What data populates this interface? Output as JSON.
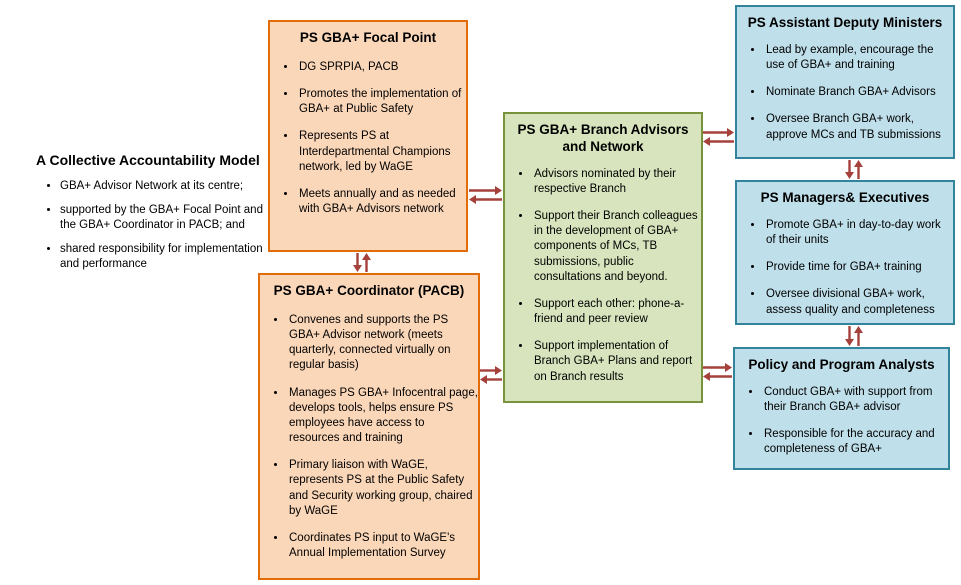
{
  "colors": {
    "orange_border": "#E36C0A",
    "orange_fill": "#FBD7B9",
    "green_border": "#77933C",
    "green_fill": "#D7E4BD",
    "blue_border": "#31849B",
    "blue_fill": "#BFDFEA",
    "arrow": "#A5403A",
    "text": "#000000"
  },
  "intro": {
    "title": "A Collective Accountability Model",
    "bullets": [
      "GBA+ Advisor Network at its centre;",
      "supported by the GBA+ Focal Point and the GBA+ Coordinator in PACB; and",
      "shared responsibility for implementation and performance"
    ]
  },
  "boxes": {
    "focal_point": {
      "title": "PS GBA+ Focal Point",
      "bullets": [
        "DG SPRPIA, PACB",
        "Promotes the implementation of GBA+ at Public Safety",
        "Represents PS at Interdepartmental Champions network, led by WaGE",
        "Meets annually and as needed with GBA+ Advisors network"
      ]
    },
    "coordinator": {
      "title": "PS GBA+ Coordinator (PACB)",
      "bullets": [
        "Convenes and supports the PS GBA+ Advisor network (meets quarterly, connected virtually on regular basis)",
        "Manages PS GBA+ Infocentral page, develops tools, helps ensure PS employees have access to resources and training",
        "Primary liaison with WaGE, represents PS at the Public Safety and Security working group, chaired by WaGE",
        "Coordinates PS input to WaGE's Annual Implementation Survey"
      ]
    },
    "branch_advisors": {
      "title": "PS GBA+ Branch Advisors and Network",
      "bullets": [
        "Advisors nominated by their respective Branch",
        "Support their Branch colleagues in the development of GBA+ components of MCs, TB submissions, public consultations and beyond.",
        "Support each other: phone-a-friend and peer review",
        "Support implementation of Branch GBA+ Plans and report on Branch results"
      ]
    },
    "adm": {
      "title": "PS Assistant Deputy Ministers",
      "bullets": [
        "Lead by example, encourage the use of GBA+ and training",
        "Nominate Branch GBA+ Advisors",
        "Oversee Branch GBA+ work, approve MCs and TB submissions"
      ]
    },
    "managers": {
      "title": "PS Managers& Executives",
      "bullets": [
        "Promote GBA+ in day-to-day work of their units",
        "Provide time for GBA+ training",
        "Oversee divisional GBA+ work, assess quality and completeness"
      ]
    },
    "analysts": {
      "title": "Policy and Program Analysts",
      "bullets": [
        "Conduct GBA+ with support from their Branch GBA+ advisor",
        "Responsible for the accuracy and completeness of GBA+"
      ]
    }
  },
  "connections": [
    {
      "from": "focal_point",
      "to": "coordinator",
      "type": "bidirectional"
    },
    {
      "from": "focal_point",
      "to": "branch_advisors",
      "type": "bidirectional"
    },
    {
      "from": "coordinator",
      "to": "branch_advisors",
      "type": "bidirectional"
    },
    {
      "from": "branch_advisors",
      "to": "adm",
      "type": "bidirectional"
    },
    {
      "from": "branch_advisors",
      "to": "analysts",
      "type": "bidirectional"
    },
    {
      "from": "adm",
      "to": "managers",
      "type": "bidirectional"
    },
    {
      "from": "managers",
      "to": "analysts",
      "type": "bidirectional"
    }
  ]
}
